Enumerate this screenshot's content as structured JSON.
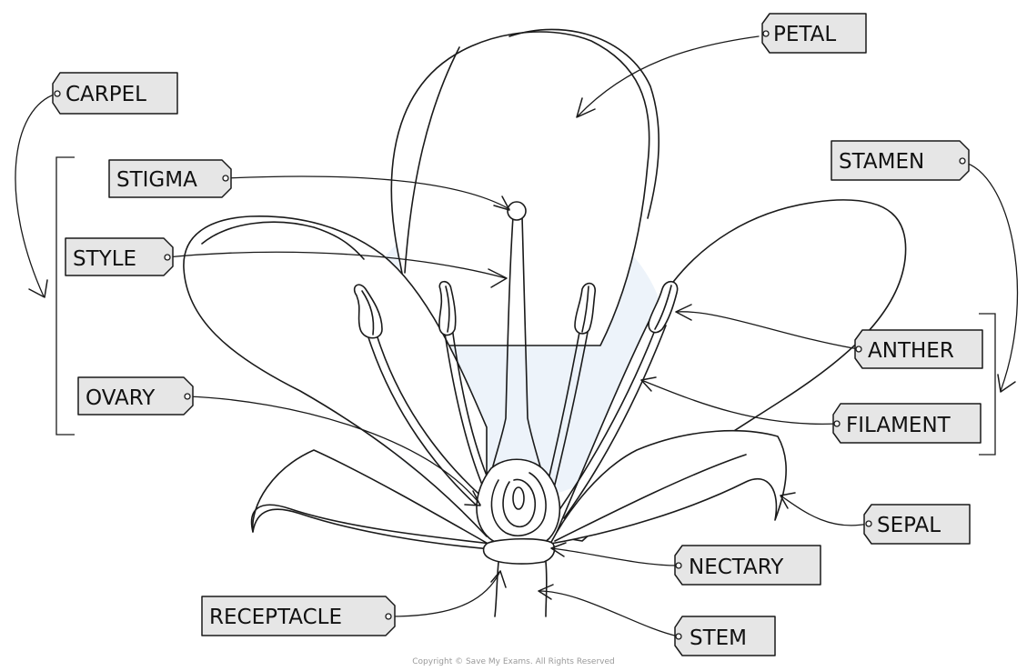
{
  "labels": {
    "petal": "PETAL",
    "carpel": "CARPEL",
    "stigma": "STIGMA",
    "style": "STYLE",
    "ovary": "OVARY",
    "stamen": "STAMEN",
    "anther": "ANTHER",
    "filament": "FILAMENT",
    "sepal": "SEPAL",
    "nectary": "NECTARY",
    "receptacle": "RECEPTACLE",
    "stem": "STEM"
  },
  "copyright": "Copyright © Save My Exams. All Rights Reserved",
  "colors": {
    "tag_fill": "#e6e6e6",
    "line": "#1a1a1a",
    "watermark": "#dfe9f6"
  }
}
